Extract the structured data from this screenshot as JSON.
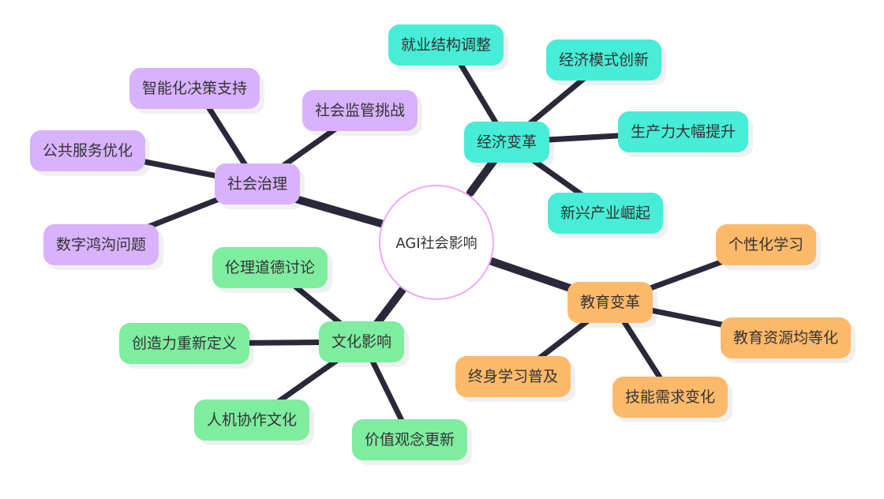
{
  "mindmap": {
    "root": "AGI社会影响",
    "branches": [
      {
        "label": "社会治理",
        "color": "#d8b2fc",
        "children": [
          "智能化决策支持",
          "社会监管挑战",
          "公共服务优化",
          "数字鸿沟问题"
        ]
      },
      {
        "label": "经济变革",
        "color": "#47edd7",
        "children": [
          "就业结构调整",
          "经济模式创新",
          "生产力大幅提升",
          "新兴产业崛起"
        ]
      },
      {
        "label": "教育变革",
        "color": "#fdb96a",
        "children": [
          "个性化学习",
          "教育资源均等化",
          "终身学习普及",
          "技能需求变化"
        ]
      },
      {
        "label": "文化影响",
        "color": "#7eeda0",
        "children": [
          "伦理道德讨论",
          "创造力重新定义",
          "人机协作文化",
          "价值观念更新"
        ]
      }
    ],
    "link_color": "#2a2839"
  }
}
